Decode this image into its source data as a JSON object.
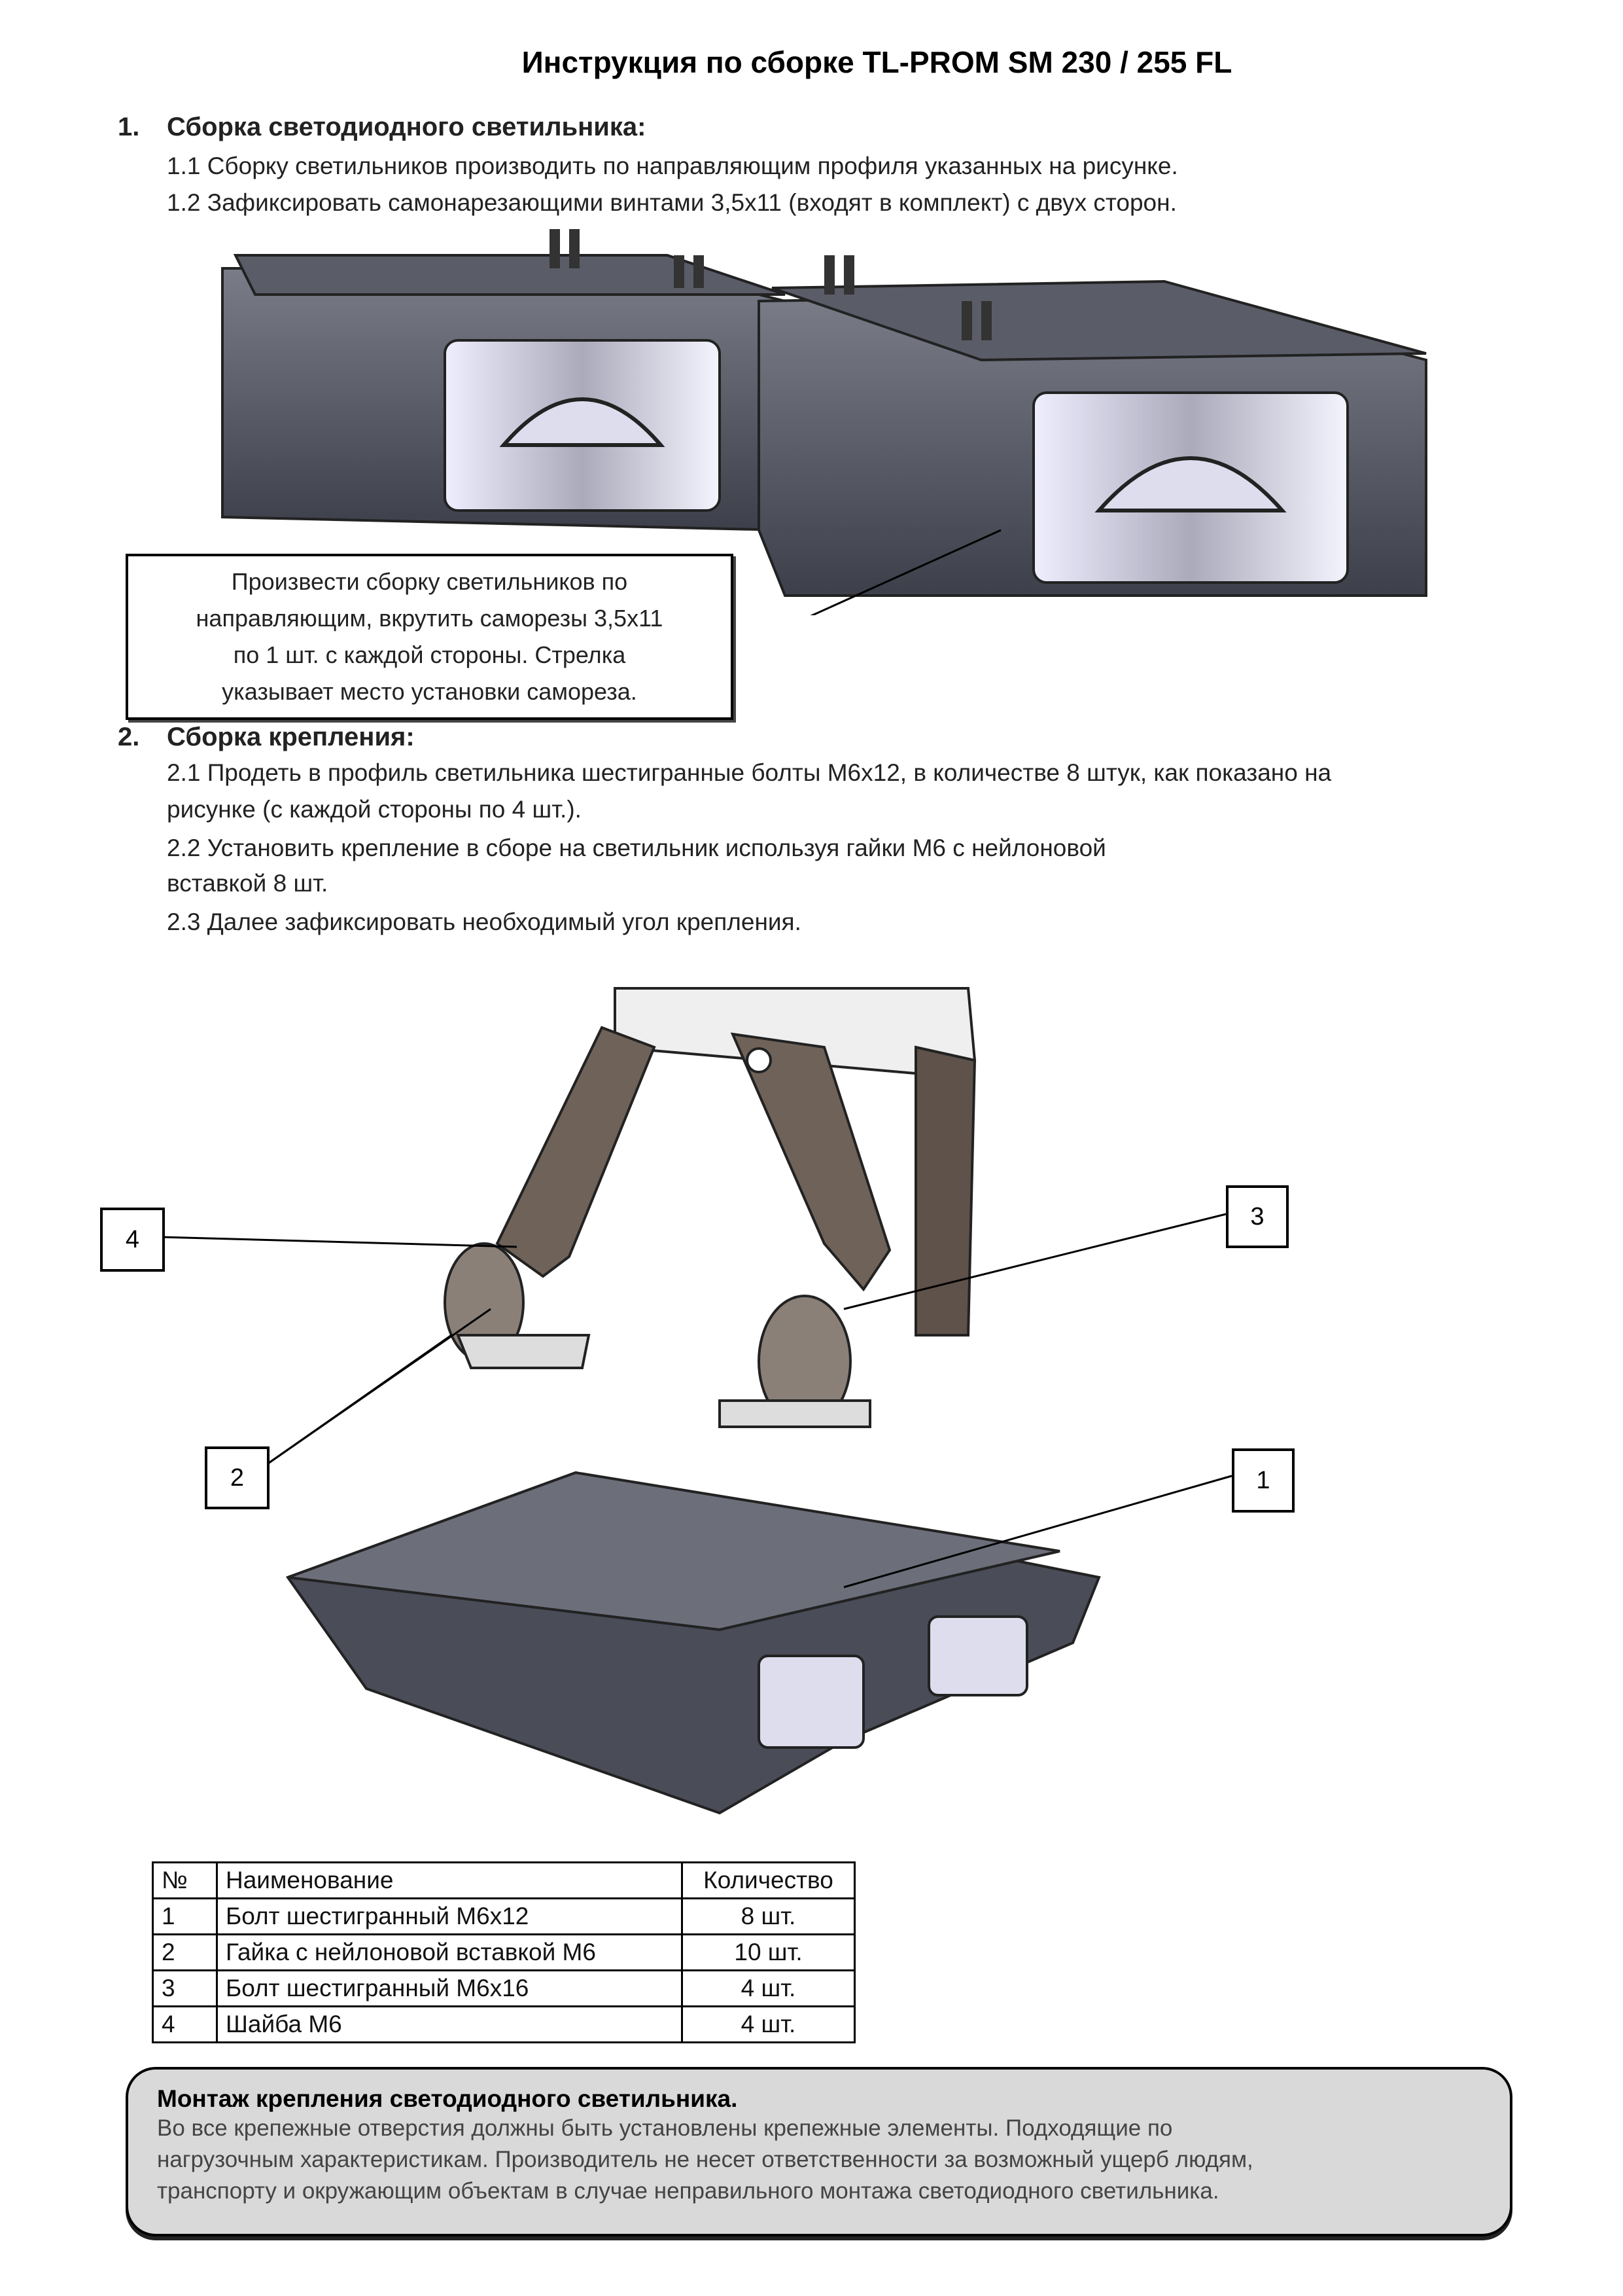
{
  "title": "Инструкция по сборке TL-PROM SM 230 / 255 FL",
  "section1": {
    "number": "1.",
    "heading": "Сборка светодиодного светильника:",
    "lines": [
      "1.1 Сборку светильников производить по направляющим профиля указанных на рисунке.",
      "1.2 Зафиксировать самонарезающими винтами 3,5х11 (входят в комплект) с двух сторон."
    ],
    "callout": [
      "Произвести сборку светильников по",
      "направляющим, вкрутить саморезы 3,5х11",
      "по 1 шт. с каждой стороны. Стрелка",
      "указывает место установки самореза."
    ]
  },
  "section2": {
    "number": "2.",
    "heading": "Сборка крепления:",
    "lines": [
      "2.1 Продеть в профиль светильника шестигранные болты М6х12, в количестве 8 штук, как показано на",
      "рисунке (с каждой стороны по 4 шт.).",
      "2.2 Установить крепление в сборе на светильник используя гайки М6 с нейлоновой",
      "вставкой 8 шт.",
      "2.3 Далее зафиксировать необходимый угол крепления."
    ],
    "labels": [
      "1",
      "2",
      "3",
      "4"
    ]
  },
  "table": {
    "headers": [
      "№",
      "Наименование",
      "Количество"
    ],
    "rows": [
      [
        "1",
        "Болт шестигранный М6х12",
        "8 шт."
      ],
      [
        "2",
        "Гайка с нейлоновой вставкой М6",
        "10 шт."
      ],
      [
        "3",
        "Болт шестигранный М6х16",
        "4 шт."
      ],
      [
        "4",
        "Шайба М6",
        "4 шт."
      ]
    ]
  },
  "warning": {
    "title": "Монтаж крепления светодиодного светильника.",
    "lines": [
      "Во все крепежные отверстия должны быть установлены крепежные элементы. Подходящие по",
      "нагрузочным характеристикам. Производитель не несет ответственности за возможный ущерб людям,",
      "транспорту и окружающим объектам в случае неправильного монтажа светодиодного светильника."
    ]
  }
}
